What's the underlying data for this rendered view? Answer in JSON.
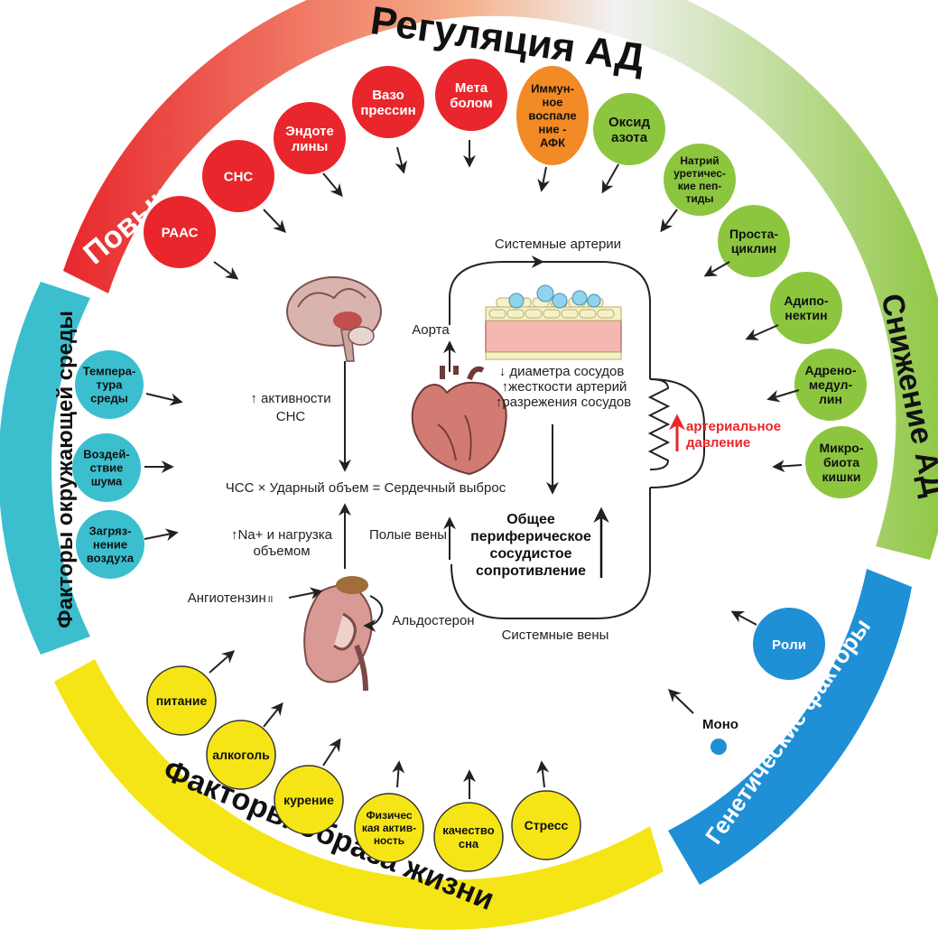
{
  "title": "Регуляция АД",
  "bands": {
    "increase": "Повышение АД",
    "decrease": "Снижение АД",
    "environment": "Факторы окружающей среды",
    "lifestyle": "Факторы образа жизни",
    "genetic": "Генетические факторы"
  },
  "increase_factors": [
    {
      "lines": [
        "РААС"
      ]
    },
    {
      "lines": [
        "СНС"
      ]
    },
    {
      "lines": [
        "Эндоте",
        "лины"
      ]
    },
    {
      "lines": [
        "Вазо",
        "прессин"
      ]
    },
    {
      "lines": [
        "Мета",
        "болом"
      ]
    }
  ],
  "immune_factor": {
    "lines": [
      "Иммун-",
      "ное",
      "воспале",
      "ние -",
      "АФК"
    ]
  },
  "decrease_factors": [
    {
      "lines": [
        "Оксид",
        "азота"
      ]
    },
    {
      "lines": [
        "Натрий",
        "уретичес-",
        "кие пеп-",
        "тиды"
      ]
    },
    {
      "lines": [
        "Проста-",
        "циклин"
      ]
    },
    {
      "lines": [
        "Адипо-",
        "нектин"
      ]
    },
    {
      "lines": [
        "Адрено-",
        "медул-",
        "лин"
      ]
    },
    {
      "lines": [
        "Микро-",
        "биота",
        "кишки"
      ]
    }
  ],
  "environment_factors": [
    {
      "lines": [
        "Темпера-",
        "тура",
        "среды"
      ]
    },
    {
      "lines": [
        "Воздей-",
        "ствие",
        "шума"
      ]
    },
    {
      "lines": [
        "Загряз-",
        "нение",
        "воздуха"
      ]
    }
  ],
  "lifestyle_factors": [
    {
      "lines": [
        "питание"
      ]
    },
    {
      "lines": [
        "алкоголь"
      ]
    },
    {
      "lines": [
        "курение"
      ]
    },
    {
      "lines": [
        "Физичес",
        "кая актив-",
        "ность"
      ]
    },
    {
      "lines": [
        "качество",
        "сна"
      ]
    },
    {
      "lines": [
        "Стресс"
      ]
    }
  ],
  "genetic_factors": {
    "poly": "Poли",
    "mono": "Моно"
  },
  "center": {
    "sns_activity": [
      "↑ активности",
      "СНС"
    ],
    "formula": "ЧСС × Ударный объем = Сердечный выброс",
    "sodium": [
      "↑Na+ и нагрузка",
      "объемом"
    ],
    "angiotensin": "Ангиотензин",
    "angiotensin_suffix": "II",
    "aldosterone": "Альдостерон",
    "aorta": "Аорта",
    "systemic_arteries": "Системные артерии",
    "systemic_veins": "Системные вены",
    "vena_cava": "Полые вены",
    "vessel_changes": [
      "↓ диаметра сосудов",
      "↑жесткости артерий",
      "↑разрежения сосудов"
    ],
    "resistance": [
      "Общее",
      "периферическое",
      "сосудистое",
      "сопротивление"
    ],
    "bp_label": [
      "артериальное",
      "давление"
    ]
  },
  "colors": {
    "red": "#e8262b",
    "orange": "#f28a25",
    "green": "#8cc63f",
    "teal": "#3bbfcf",
    "yellow": "#f6e516",
    "blue": "#1f8fd6"
  }
}
